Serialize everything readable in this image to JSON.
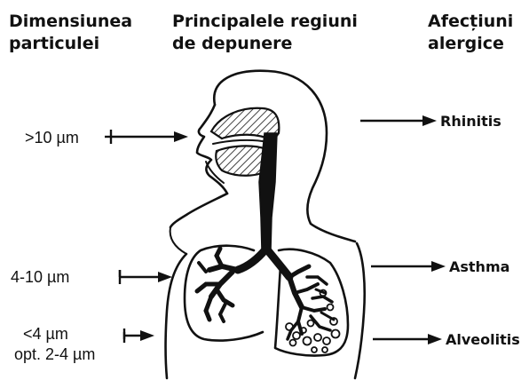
{
  "headers": {
    "col1_line1": "Dimensiunea",
    "col1_line2": "particulei",
    "col2_line1": "Principalele regiuni",
    "col2_line2": "de depunere",
    "col3_line1": "Afecțiuni",
    "col3_line2": "alergice"
  },
  "particle_sizes": {
    "large": ">10 µm",
    "medium": "4-10 µm",
    "small": "<4 µm",
    "small_optimal": "opt. 2-4 µm"
  },
  "conditions": {
    "upper": "Rhinitis",
    "middle": "Asthma",
    "lower": "Alveolitis"
  }
}
